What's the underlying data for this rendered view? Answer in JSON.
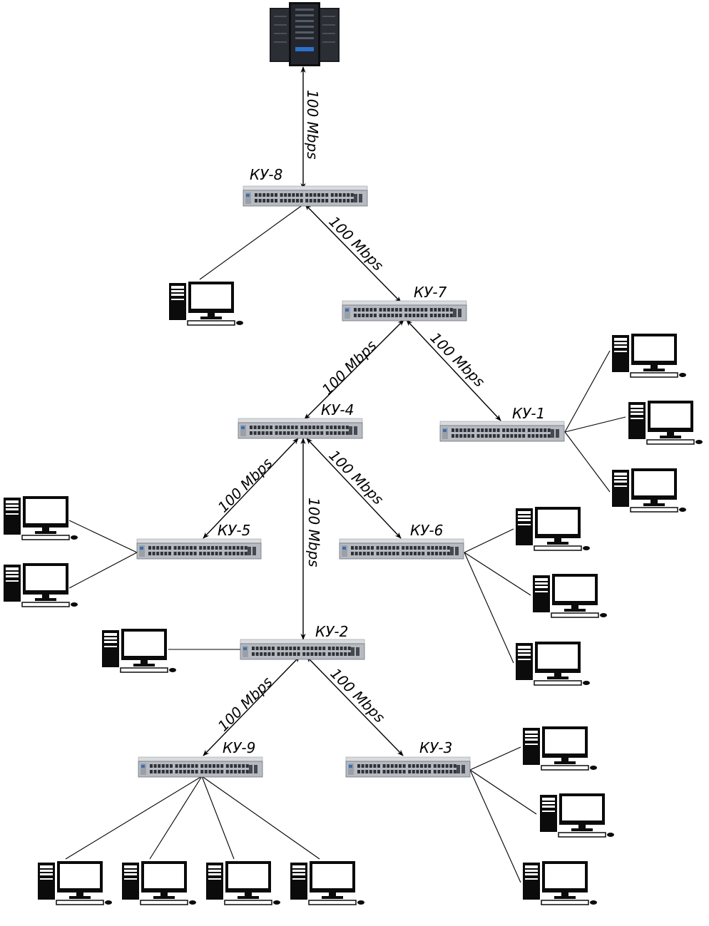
{
  "nodes": {
    "server": {
      "kind": "server"
    },
    "ky8": {
      "kind": "switch",
      "label": "КУ-8"
    },
    "ky7": {
      "kind": "switch",
      "label": "КУ-7"
    },
    "ky4": {
      "kind": "switch",
      "label": "КУ-4"
    },
    "ky1": {
      "kind": "switch",
      "label": "КУ-1"
    },
    "ky5": {
      "kind": "switch",
      "label": "КУ-5"
    },
    "ky6": {
      "kind": "switch",
      "label": "КУ-6"
    },
    "ky2": {
      "kind": "switch",
      "label": "КУ-2"
    },
    "ky9": {
      "kind": "switch",
      "label": "КУ-9"
    },
    "ky3": {
      "kind": "switch",
      "label": "КУ-3"
    }
  },
  "links": [
    {
      "from": "server",
      "to": "ky8",
      "speed": "100 Mbps"
    },
    {
      "from": "ky8",
      "to": "ky7",
      "speed": "100 Mbps"
    },
    {
      "from": "ky7",
      "to": "ky4",
      "speed": "100 Mbps"
    },
    {
      "from": "ky7",
      "to": "ky1",
      "speed": "100 Mbps"
    },
    {
      "from": "ky4",
      "to": "ky5",
      "speed": "100 Mbps"
    },
    {
      "from": "ky4",
      "to": "ky2",
      "speed": "100 Mbps"
    },
    {
      "from": "ky4",
      "to": "ky6",
      "speed": "100 Mbps"
    },
    {
      "from": "ky2",
      "to": "ky9",
      "speed": "100 Mbps"
    },
    {
      "from": "ky2",
      "to": "ky3",
      "speed": "100 Mbps"
    }
  ],
  "computers_per_switch": {
    "ky8": 1,
    "ky1": 3,
    "ky5": 2,
    "ky6": 3,
    "ky2": 1,
    "ky9": 4,
    "ky3": 3
  }
}
